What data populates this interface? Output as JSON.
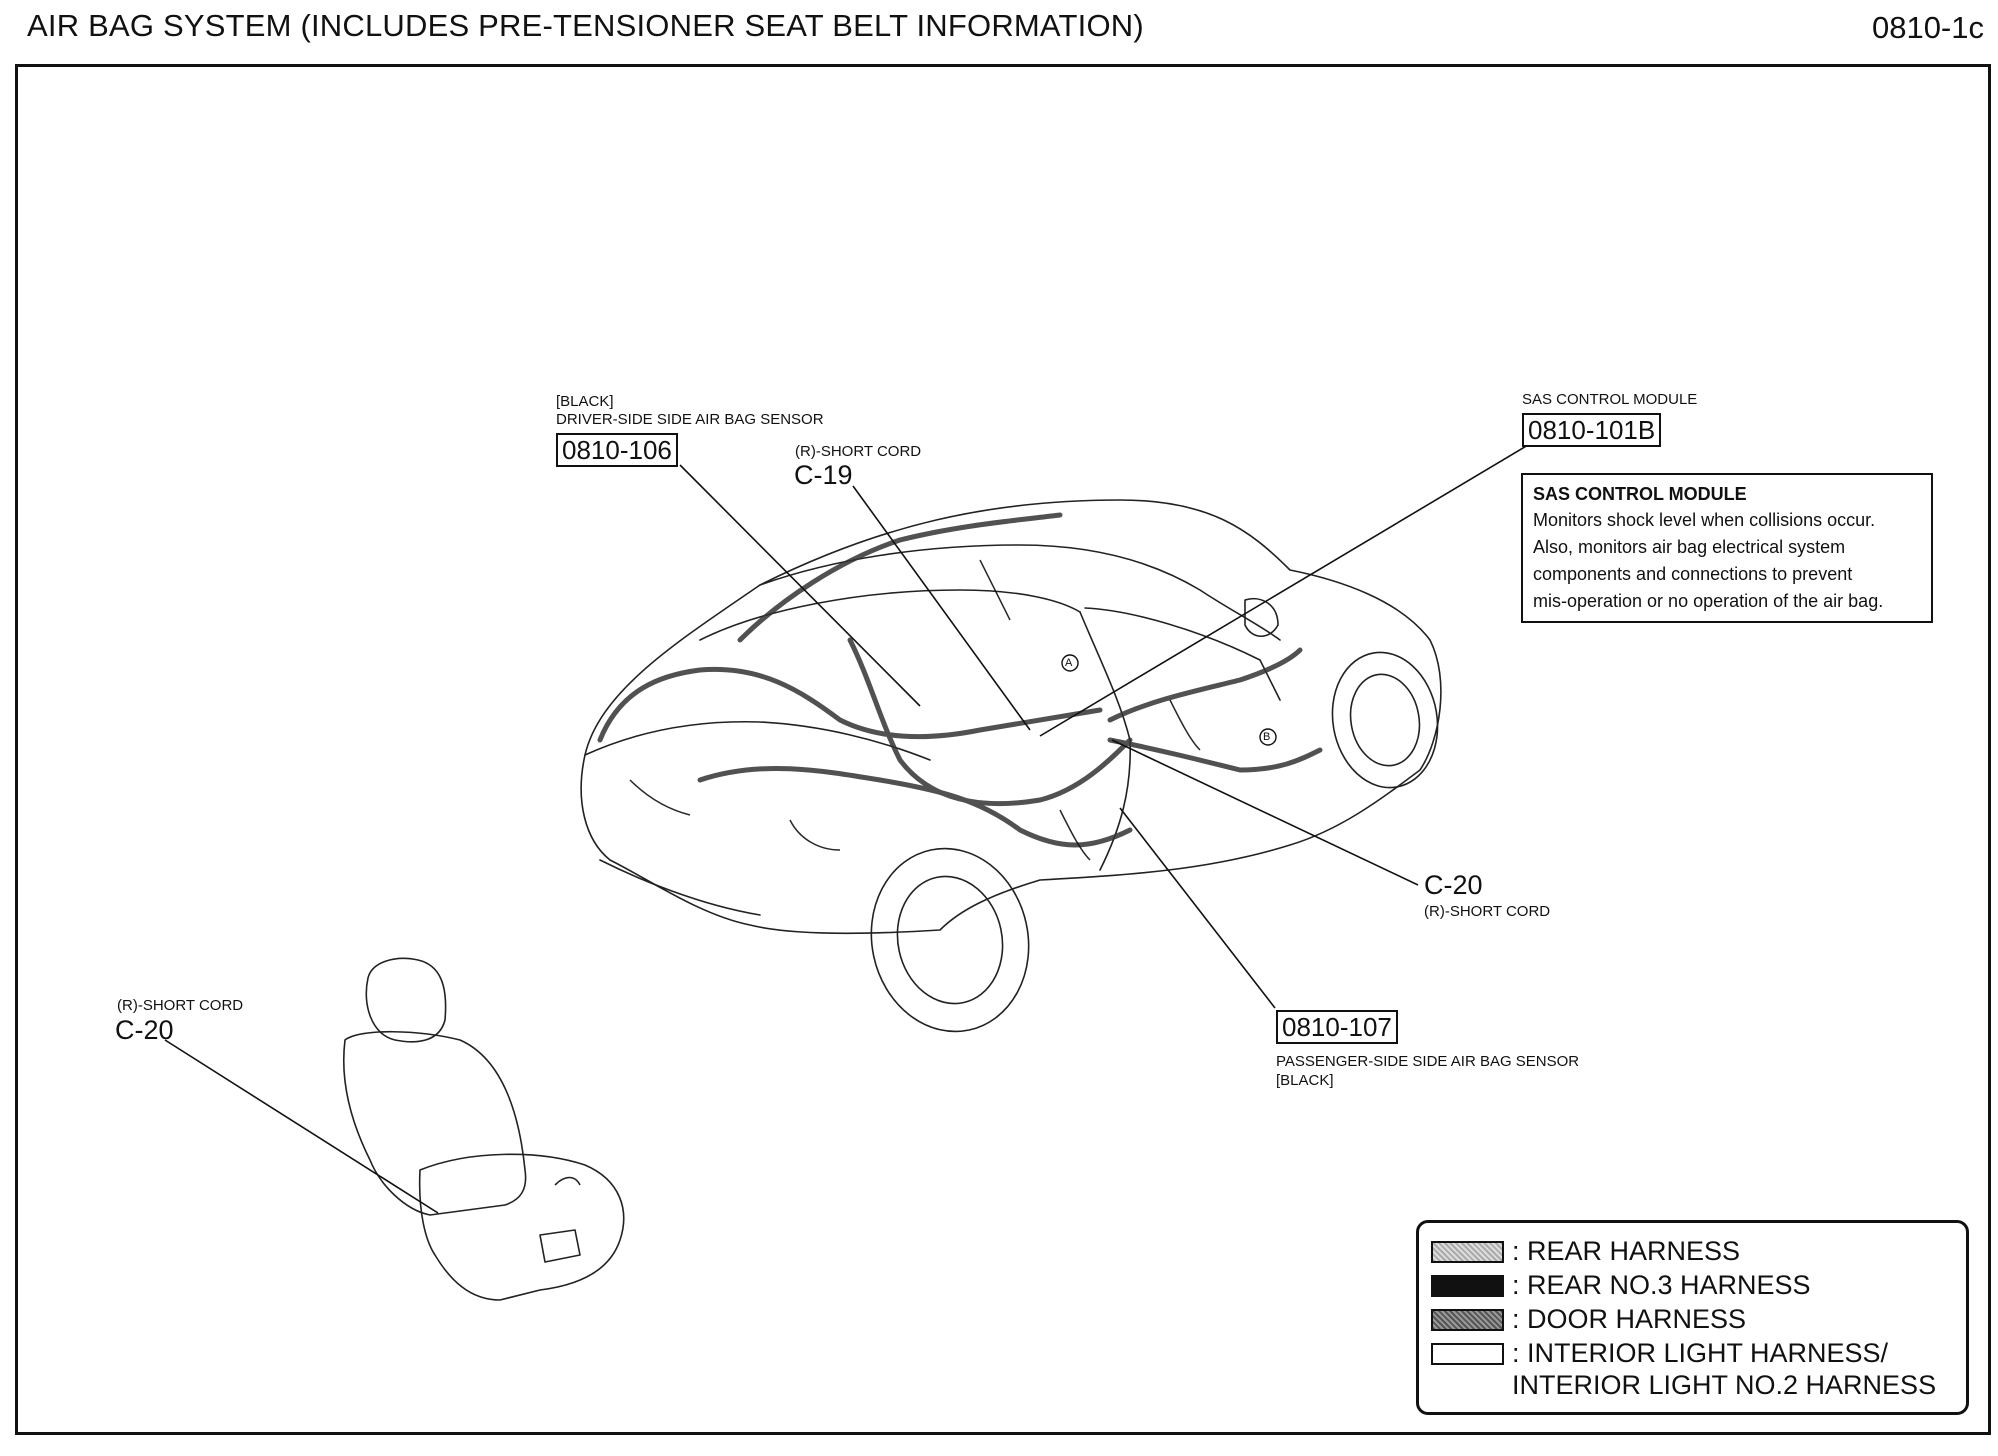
{
  "header": {
    "title": "AIR BAG SYSTEM (INCLUDES PRE-TENSIONER SEAT BELT INFORMATION)",
    "page_code": "0810-1c"
  },
  "callouts": {
    "driver_sensor": {
      "color_tag": "[BLACK]",
      "name": "DRIVER-SIDE SIDE AIR BAG SENSOR",
      "ref": "0810-106"
    },
    "short_cord_c19": {
      "label": "(R)-SHORT CORD",
      "code": "C-19"
    },
    "sas_module": {
      "name": "SAS CONTROL MODULE",
      "ref": "0810-101B"
    },
    "short_cord_c20_car": {
      "code": "C-20",
      "label": "(R)-SHORT CORD"
    },
    "passenger_sensor": {
      "ref": "0810-107",
      "name": "PASSENGER-SIDE SIDE AIR BAG SENSOR",
      "color_tag": "[BLACK]"
    },
    "short_cord_c20_seat": {
      "label": "(R)-SHORT CORD",
      "code": "C-20"
    }
  },
  "info_box": {
    "title": "SAS CONTROL MODULE",
    "lines": [
      "Monitors shock level when collisions occur.",
      "Also, monitors air bag electrical system",
      "components and connections to prevent",
      "mis-operation or no operation of the air bag."
    ]
  },
  "connector_markers": [
    "A",
    "B"
  ],
  "legend": {
    "items": [
      {
        "label": ": REAR HARNESS",
        "swatch_color": "#c8c8c8"
      },
      {
        "label": ": REAR NO.3 HARNESS",
        "swatch_color": "#111111"
      },
      {
        "label": ": DOOR HARNESS",
        "swatch_color": "#7a7a7a"
      },
      {
        "label": ": INTERIOR LIGHT HARNESS/",
        "label2": "INTERIOR LIGHT NO.2 HARNESS",
        "swatch_color": "#ffffff"
      }
    ]
  }
}
